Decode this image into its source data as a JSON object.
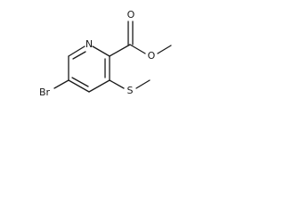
{
  "structure": {
    "atoms": {
      "ring_nitrogen": "N",
      "bromine": "Br",
      "carbonyl_oxygen": "O",
      "ester_oxygen": "O",
      "sulfur": "S"
    }
  }
}
